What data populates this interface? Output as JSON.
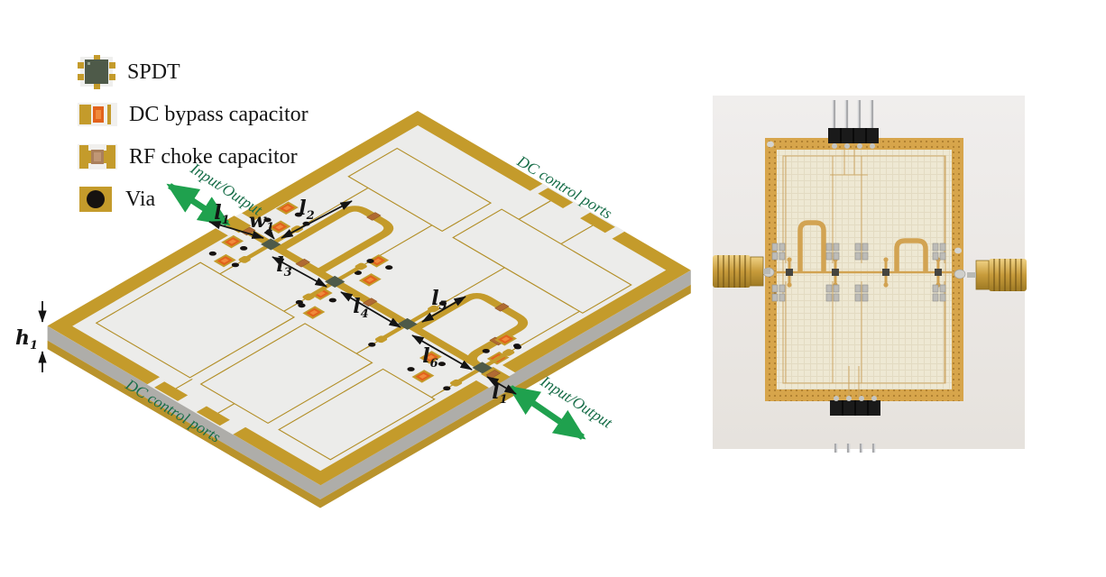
{
  "legend": {
    "items": [
      {
        "label": "SPDT"
      },
      {
        "label": "DC bypass capacitor"
      },
      {
        "label": "RF choke capacitor"
      },
      {
        "label": "Via"
      }
    ]
  },
  "diagram": {
    "ports": {
      "input_output_left": "Input/Output",
      "input_output_right": "Input/Output",
      "dc_control_top": "DC control ports",
      "dc_control_bottom": "DC control ports"
    },
    "dims": {
      "l1_in": {
        "base": "l",
        "sub": "1"
      },
      "w1": {
        "base": "w",
        "sub": "1"
      },
      "l2": {
        "base": "l",
        "sub": "2"
      },
      "l3": {
        "base": "l",
        "sub": "3"
      },
      "l4": {
        "base": "l",
        "sub": "4"
      },
      "l5": {
        "base": "l",
        "sub": "5"
      },
      "l6": {
        "base": "l",
        "sub": "6"
      },
      "l1_out": {
        "base": "l",
        "sub": "1"
      },
      "h1": {
        "base": "h",
        "sub": "1"
      }
    },
    "colors": {
      "gold": "#C49B2B",
      "board_top": "#ECECEA",
      "substrate_side": "#AEADA9",
      "spdt_body": "#4E5A49",
      "bypass_orange": "#E2621C",
      "choke_brown": "#AA7F5B",
      "via_black": "#161210",
      "arrow_green": "#1FA14E",
      "label_green": "#186E49"
    }
  },
  "photo": {
    "colors": {
      "background": "#ECEAE7",
      "copper_frame": "#D7A54B",
      "substrate": "#EEE8D3",
      "trace": "#D2A352",
      "component_silver": "#BDBCB8",
      "chip_dark": "#45443F",
      "header_black": "#1A1A1A",
      "pin_silver": "#A7A8AA",
      "sma_gold": "#D9AE4E"
    }
  }
}
